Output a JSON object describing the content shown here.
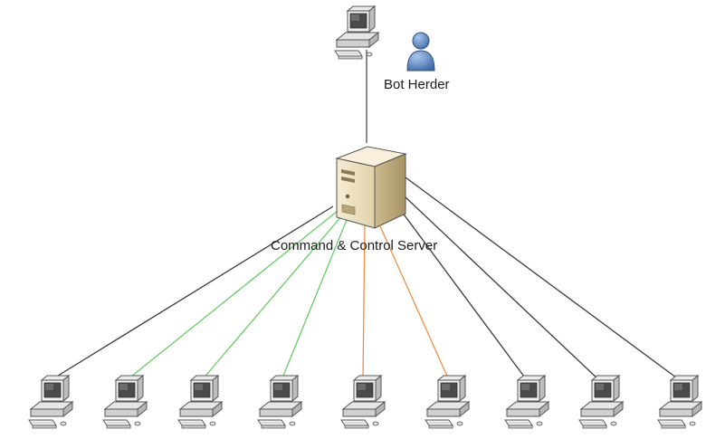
{
  "labels": {
    "bot_herder": "Bot Herder",
    "server": "Command & Control Server"
  },
  "colors": {
    "background": "#ffffff",
    "line_default": "#3c3c3c",
    "line_green": "#66cc66",
    "line_orange": "#e8914a",
    "server_body": "#efe3c4",
    "user_icon": "#5a86c0"
  },
  "bots": [
    {
      "link": "default"
    },
    {
      "link": "green"
    },
    {
      "link": "green"
    },
    {
      "link": "green"
    },
    {
      "link": "orange"
    },
    {
      "link": "orange"
    },
    {
      "link": "default"
    },
    {
      "link": "default"
    },
    {
      "link": "default"
    }
  ]
}
